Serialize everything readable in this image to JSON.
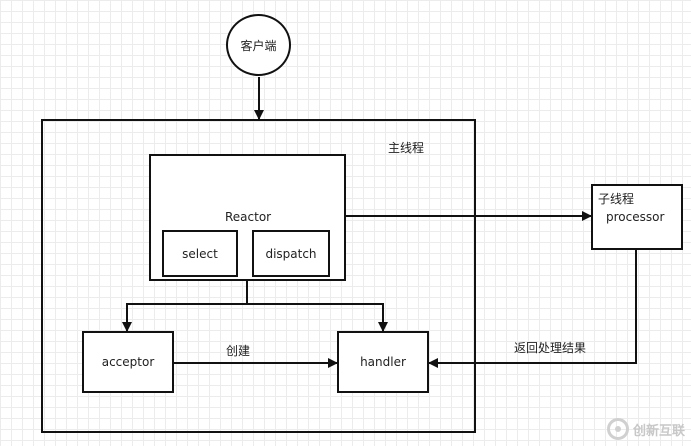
{
  "client": {
    "label": "客户端"
  },
  "main_thread": {
    "label": "主线程"
  },
  "reactor": {
    "label": "Reactor",
    "select_label": "select",
    "dispatch_label": "dispatch"
  },
  "acceptor": {
    "label": "acceptor"
  },
  "handler": {
    "label": "handler"
  },
  "edge_create": {
    "label": "创建"
  },
  "sub_thread": {
    "label": "子线程",
    "processor_label": "processor"
  },
  "edge_return": {
    "label": "返回处理结果"
  },
  "watermark": {
    "text": "创新互联"
  }
}
